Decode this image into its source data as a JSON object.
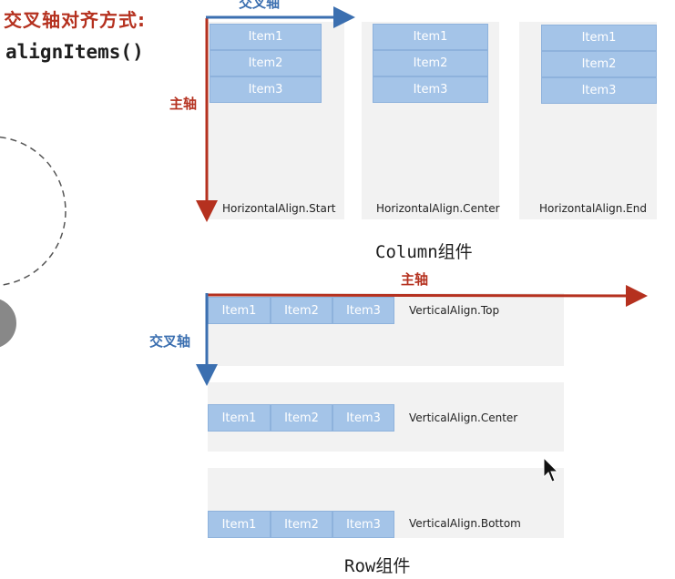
{
  "header": {
    "title": "交叉轴对齐方式:",
    "method": "alignItems()"
  },
  "column_section": {
    "main_axis_label": "主轴",
    "cross_axis_label": "交叉轴",
    "caption": "Column组件",
    "panels": [
      {
        "label": "HorizontalAlign.Start",
        "items": [
          "Item1",
          "Item2",
          "Item3"
        ]
      },
      {
        "label": "HorizontalAlign.Center",
        "items": [
          "Item1",
          "Item2",
          "Item3"
        ]
      },
      {
        "label": "HorizontalAlign.End",
        "items": [
          "Item1",
          "Item2",
          "Item3"
        ]
      }
    ]
  },
  "row_section": {
    "main_axis_label": "主轴",
    "cross_axis_label": "交叉轴",
    "caption": "Row组件",
    "panels": [
      {
        "label": "VerticalAlign.Top",
        "items": [
          "Item1",
          "Item2",
          "Item3"
        ]
      },
      {
        "label": "VerticalAlign.Center",
        "items": [
          "Item1",
          "Item2",
          "Item3"
        ]
      },
      {
        "label": "VerticalAlign.Bottom",
        "items": [
          "Item1",
          "Item2",
          "Item3"
        ]
      }
    ]
  },
  "colors": {
    "main_axis": "#b5311f",
    "cross_axis": "#3b6fb0",
    "item_fill": "#a4c4e8",
    "panel_bg": "#f2f2f2"
  }
}
